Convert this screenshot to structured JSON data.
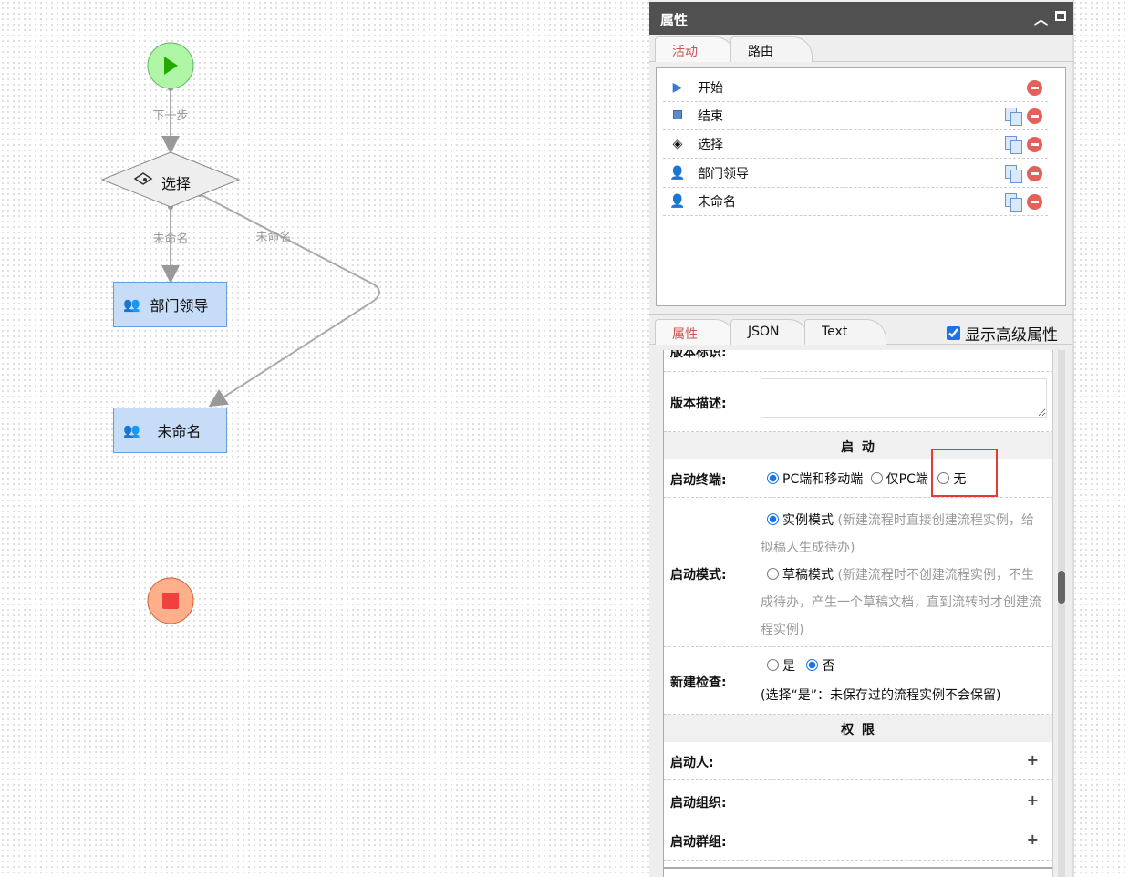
{
  "canvas": {
    "nodes": {
      "start": "start-node",
      "choice": "选择",
      "dept_leader": "部门领导",
      "unnamed": "未命名",
      "end": "end-node"
    },
    "edges": {
      "e1": "下一步",
      "e2": "未命名",
      "e3": "未命名"
    }
  },
  "panel": {
    "title": "属性",
    "top_tabs": [
      "活动",
      "路由"
    ],
    "activities": [
      {
        "label": "开始",
        "icon": "play-icon",
        "copy": false
      },
      {
        "label": "结束",
        "icon": "stop-icon",
        "copy": true
      },
      {
        "label": "选择",
        "icon": "choice-icon",
        "copy": true
      },
      {
        "label": "部门领导",
        "icon": "user-icon",
        "copy": true
      },
      {
        "label": "未命名",
        "icon": "user-icon",
        "copy": true
      }
    ],
    "bottom_tabs": [
      "属性",
      "JSON",
      "Text"
    ],
    "show_advanced_label": "显示高级属性",
    "show_advanced": true,
    "props": {
      "version_id_label": "版本标识:",
      "version_desc_label": "版本描述:",
      "version_desc_value": "",
      "section_start": "启 动",
      "terminal_label": "启动终端:",
      "terminal_options": [
        "PC端和移动端",
        "仅PC端",
        "无"
      ],
      "terminal_selected": "PC端和移动端",
      "mode_label": "启动模式:",
      "mode_instance": "实例模式",
      "mode_instance_hint": "(新建流程时直接创建流程实例，给拟稿人生成待办)",
      "mode_draft": "草稿模式",
      "mode_draft_hint": "(新建流程时不创建流程实例，不生成待办，产生一个草稿文档，直到流转时才创建流程实例)",
      "mode_selected": "实例模式",
      "check_label": "新建检查:",
      "check_yes": "是",
      "check_no": "否",
      "check_selected": "否",
      "check_hint": "(选择“是”：未保存过的流程实例不会保留)",
      "section_perm": "权 限",
      "starter_label": "启动人:",
      "org_label": "启动组织:",
      "group_label": "启动群组:"
    }
  }
}
